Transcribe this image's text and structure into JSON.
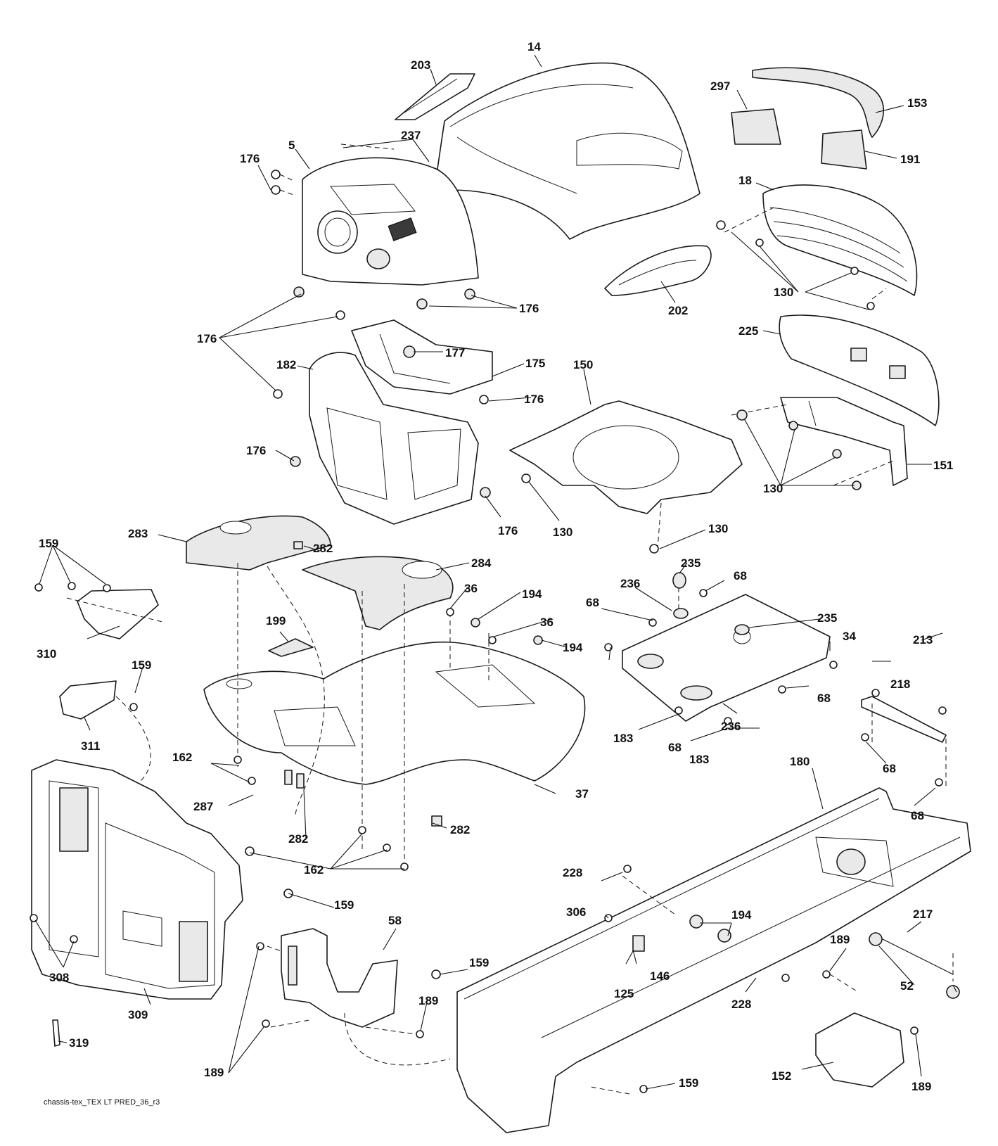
{
  "caption": "chassis-tex_TEX LT PRED_36_r3",
  "callouts": [
    {
      "text": "14"
    },
    {
      "text": "203"
    },
    {
      "text": "297"
    },
    {
      "text": "153"
    },
    {
      "text": "237"
    },
    {
      "text": "5"
    },
    {
      "text": "176"
    },
    {
      "text": "191"
    },
    {
      "text": "18"
    },
    {
      "text": "176"
    },
    {
      "text": "202"
    },
    {
      "text": "130"
    },
    {
      "text": "176"
    },
    {
      "text": "177"
    },
    {
      "text": "175"
    },
    {
      "text": "225"
    },
    {
      "text": "182"
    },
    {
      "text": "150"
    },
    {
      "text": "176"
    },
    {
      "text": "176"
    },
    {
      "text": "151"
    },
    {
      "text": "130"
    },
    {
      "text": "176"
    },
    {
      "text": "130"
    },
    {
      "text": "130"
    },
    {
      "text": "283"
    },
    {
      "text": "282"
    },
    {
      "text": "159"
    },
    {
      "text": "284"
    },
    {
      "text": "235"
    },
    {
      "text": "68"
    },
    {
      "text": "236"
    },
    {
      "text": "36"
    },
    {
      "text": "194"
    },
    {
      "text": "68"
    },
    {
      "text": "235"
    },
    {
      "text": "36"
    },
    {
      "text": "199"
    },
    {
      "text": "194"
    },
    {
      "text": "34"
    },
    {
      "text": "310"
    },
    {
      "text": "159"
    },
    {
      "text": "213"
    },
    {
      "text": "218"
    },
    {
      "text": "68"
    },
    {
      "text": "311"
    },
    {
      "text": "183"
    },
    {
      "text": "68"
    },
    {
      "text": "236"
    },
    {
      "text": "162"
    },
    {
      "text": "183"
    },
    {
      "text": "180"
    },
    {
      "text": "68"
    },
    {
      "text": "287"
    },
    {
      "text": "37"
    },
    {
      "text": "68"
    },
    {
      "text": "282"
    },
    {
      "text": "282"
    },
    {
      "text": "162"
    },
    {
      "text": "228"
    },
    {
      "text": "159"
    },
    {
      "text": "306"
    },
    {
      "text": "194"
    },
    {
      "text": "217"
    },
    {
      "text": "58"
    },
    {
      "text": "159"
    },
    {
      "text": "189"
    },
    {
      "text": "308"
    },
    {
      "text": "146"
    },
    {
      "text": "125"
    },
    {
      "text": "52"
    },
    {
      "text": "309"
    },
    {
      "text": "189"
    },
    {
      "text": "228"
    },
    {
      "text": "319"
    },
    {
      "text": "189"
    },
    {
      "text": "152"
    },
    {
      "text": "159"
    },
    {
      "text": "189"
    }
  ]
}
